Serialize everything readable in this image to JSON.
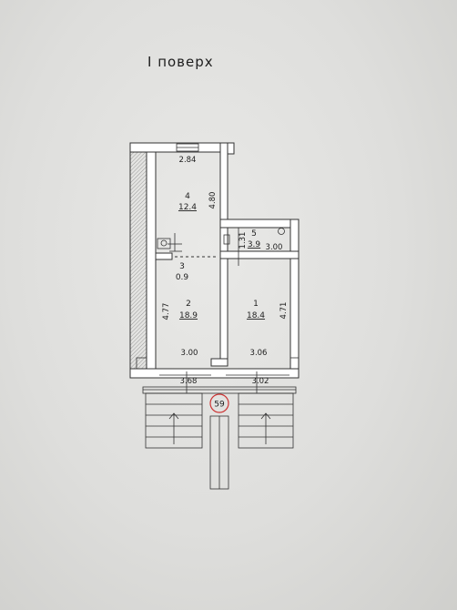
{
  "title": "I поверх",
  "rooms": [
    {
      "number": "4",
      "area": "12.4"
    },
    {
      "number": "5",
      "area": "3.9"
    },
    {
      "number": "3",
      "area": "0.9"
    },
    {
      "number": "2",
      "area": "18.9"
    },
    {
      "number": "1",
      "area": "18.4"
    }
  ],
  "dimensions": {
    "room4_width": "2.84",
    "room4_length": "4.80",
    "room5_length": "1.31",
    "room5_width": "3.00",
    "room2_length": "4.77",
    "room2_width": "3.00",
    "room1_length": "4.71",
    "room1_width": "3.06",
    "outer_left": "3.68",
    "outer_right": "3.02"
  },
  "building_number": "59",
  "colors": {
    "badge": "#c33333",
    "ink": "#1e1e1e"
  }
}
